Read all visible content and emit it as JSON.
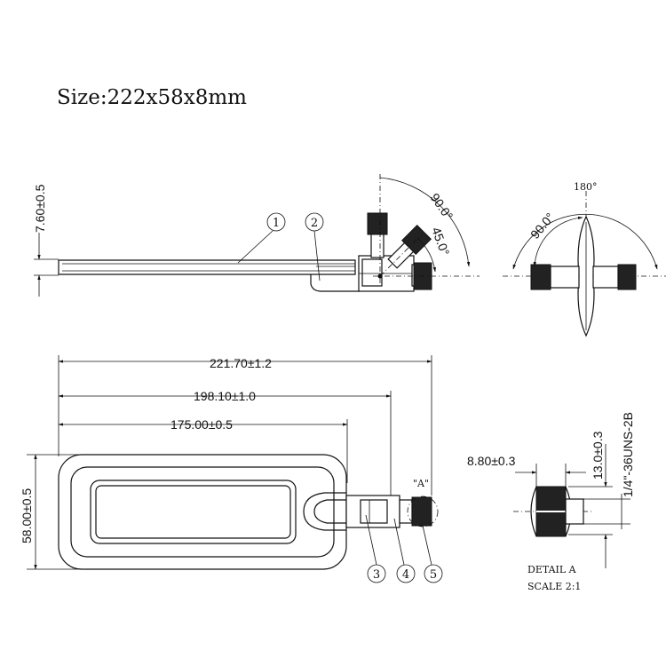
{
  "title": "Size:222x58x8mm",
  "side_view": {
    "height_dim": "7.60±0.5",
    "angle_90": "90.0°",
    "angle_45": "45.0°",
    "balloons": [
      "1",
      "2"
    ]
  },
  "end_view": {
    "angle_180": "180°",
    "angle_90": "90.0°"
  },
  "plan_view": {
    "dim_overall": "221.70±1.2",
    "dim_mid": "198.10±1.0",
    "dim_short": "175.00±0.5",
    "dim_width": "58.00±0.5",
    "detail_callout": "\"A\"",
    "balloons": [
      "3",
      "4",
      "5"
    ]
  },
  "detail": {
    "dim_hex": "8.80±0.3",
    "dim_len": "13.0±0.3",
    "thread": "1/4\"-36UNS-2B",
    "label": "DETAIL A",
    "scale": "SCALE 2:1"
  }
}
